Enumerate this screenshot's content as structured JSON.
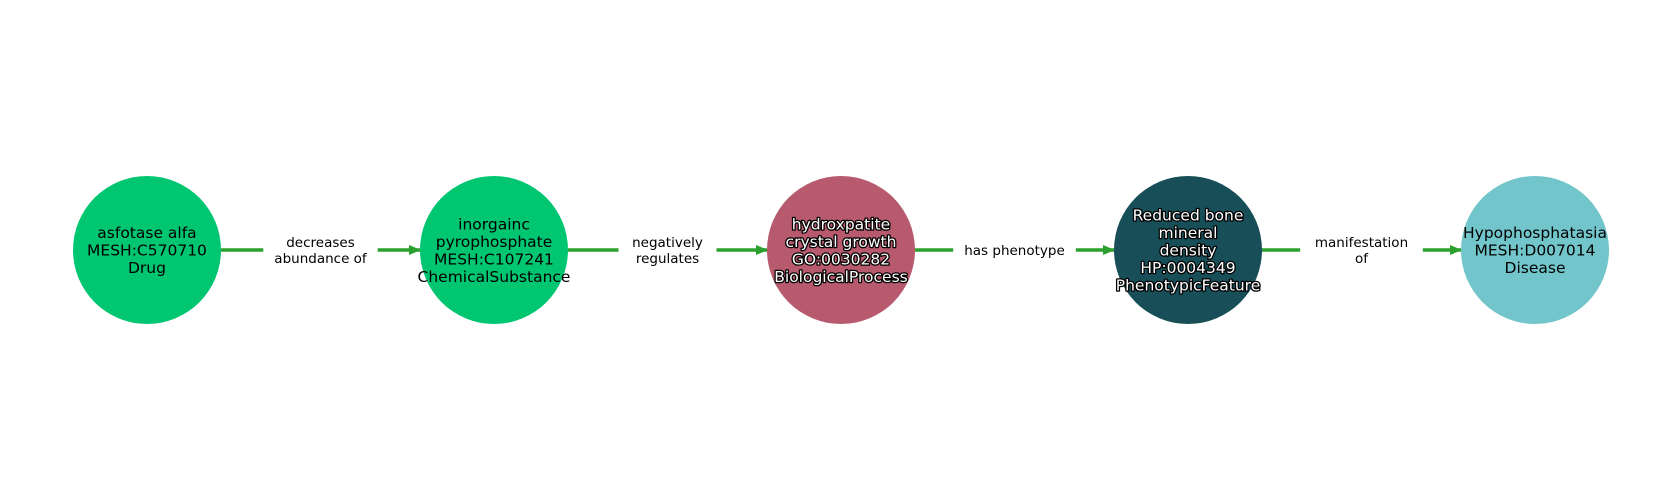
{
  "colors": {
    "edge": "#2ca02c",
    "background": "#ffffff"
  },
  "nodes": [
    {
      "id": "n1",
      "name": "asfotase-alfa-node",
      "lines": [
        "asfotase alfa",
        "MESH:C570710",
        "Drug"
      ],
      "fill": "#00c571",
      "text_style": "dark"
    },
    {
      "id": "n2",
      "name": "inorganic-pyrophosphate-node",
      "lines": [
        "inorgainc",
        "pyrophosphate",
        "MESH:C107241",
        "ChemicalSubstance"
      ],
      "fill": "#00c571",
      "text_style": "dark"
    },
    {
      "id": "n3",
      "name": "hydroxpatite-crystal-growth-node",
      "lines": [
        "hydroxpatite",
        "crystal growth",
        "GO:0030282",
        "BiologicalProcess"
      ],
      "fill": "#b85a6e",
      "text_style": "light"
    },
    {
      "id": "n4",
      "name": "reduced-bone-mineral-density-node",
      "lines": [
        "Reduced bone",
        "mineral",
        "density",
        "HP:0004349",
        "PhenotypicFeature"
      ],
      "fill": "#174e57",
      "text_style": "light"
    },
    {
      "id": "n5",
      "name": "hypophosphatasia-node",
      "lines": [
        "Hypophosphatasia",
        "MESH:D007014",
        "Disease"
      ],
      "fill": "#72c6cb",
      "text_style": "dark"
    }
  ],
  "edges": [
    {
      "from": "n1",
      "to": "n2",
      "name": "decreases-abundance-of-edge",
      "label_lines": [
        "decreases",
        "abundance of"
      ]
    },
    {
      "from": "n2",
      "to": "n3",
      "name": "negatively-regulates-edge",
      "label_lines": [
        "negatively",
        "regulates"
      ]
    },
    {
      "from": "n3",
      "to": "n4",
      "name": "has-phenotype-edge",
      "label_lines": [
        "has phenotype"
      ]
    },
    {
      "from": "n4",
      "to": "n5",
      "name": "manifestation-of-edge",
      "label_lines": [
        "manifestation",
        "of"
      ]
    }
  ]
}
